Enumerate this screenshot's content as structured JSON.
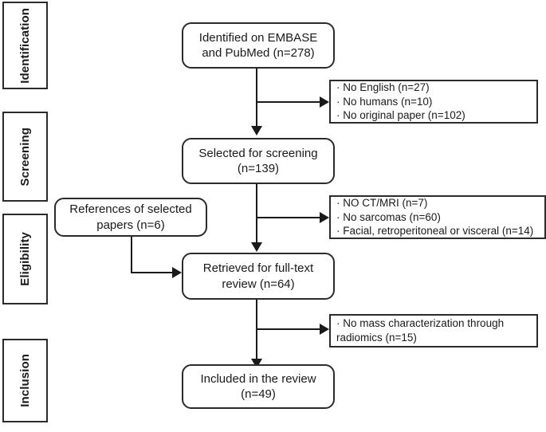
{
  "diagram": {
    "type": "prisma-flow-diagram",
    "stages": [
      {
        "id": "identification",
        "label": "Identification"
      },
      {
        "id": "screening",
        "label": "Screening"
      },
      {
        "id": "eligibility",
        "label": "Eligibility"
      },
      {
        "id": "inclusion",
        "label": "Inclusion"
      }
    ],
    "nodes": [
      {
        "id": "identified",
        "text": "Identified on EMBASE\nand PubMed (n=278)"
      },
      {
        "id": "selected",
        "text": "Selected for screening\n(n=139)"
      },
      {
        "id": "references",
        "text": "References of selected\npapers (n=6)"
      },
      {
        "id": "retrieved",
        "text": "Retrieved for full-text\nreview (n=64)"
      },
      {
        "id": "included",
        "text": "Included in the review\n(n=49)"
      }
    ],
    "exclusions": [
      {
        "id": "exclusion-1",
        "lines": [
          "· No English (n=27)",
          "· No humans (n=10)",
          "· No original paper (n=102)"
        ]
      },
      {
        "id": "exclusion-2",
        "lines": [
          "· NO CT/MRI (n=7)",
          "· No sarcomas (n=60)",
          "· Facial, retroperitoneal or visceral (n=14)"
        ]
      },
      {
        "id": "exclusion-3",
        "lines": [
          "· No mass characterization through\nradiomics (n=15)"
        ]
      }
    ],
    "colors": {
      "stroke": "#2b2b2b",
      "text": "#1a1a1a",
      "background": "#ffffff"
    }
  }
}
